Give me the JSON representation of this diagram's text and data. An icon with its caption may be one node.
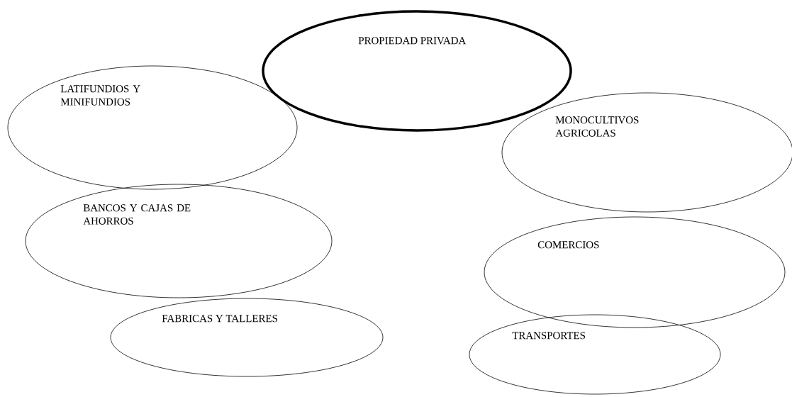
{
  "diagram": {
    "nodes": [
      {
        "text": [
          "PROPIEDAD PRIVADA"
        ]
      },
      {
        "text": [
          "LATIFUNDIOS Y MINIFUNDIOS"
        ]
      },
      {
        "text": [
          "MONOCULTIVOS AGRICOLAS"
        ]
      },
      {
        "text": [
          "BANCOS Y CAJAS DE AHORROS"
        ]
      },
      {
        "text": [
          "COMERCIOS"
        ]
      },
      {
        "text": [
          "FABRICAS Y TALLERES"
        ]
      },
      {
        "text": [
          "TRANSPORTES"
        ]
      }
    ]
  }
}
